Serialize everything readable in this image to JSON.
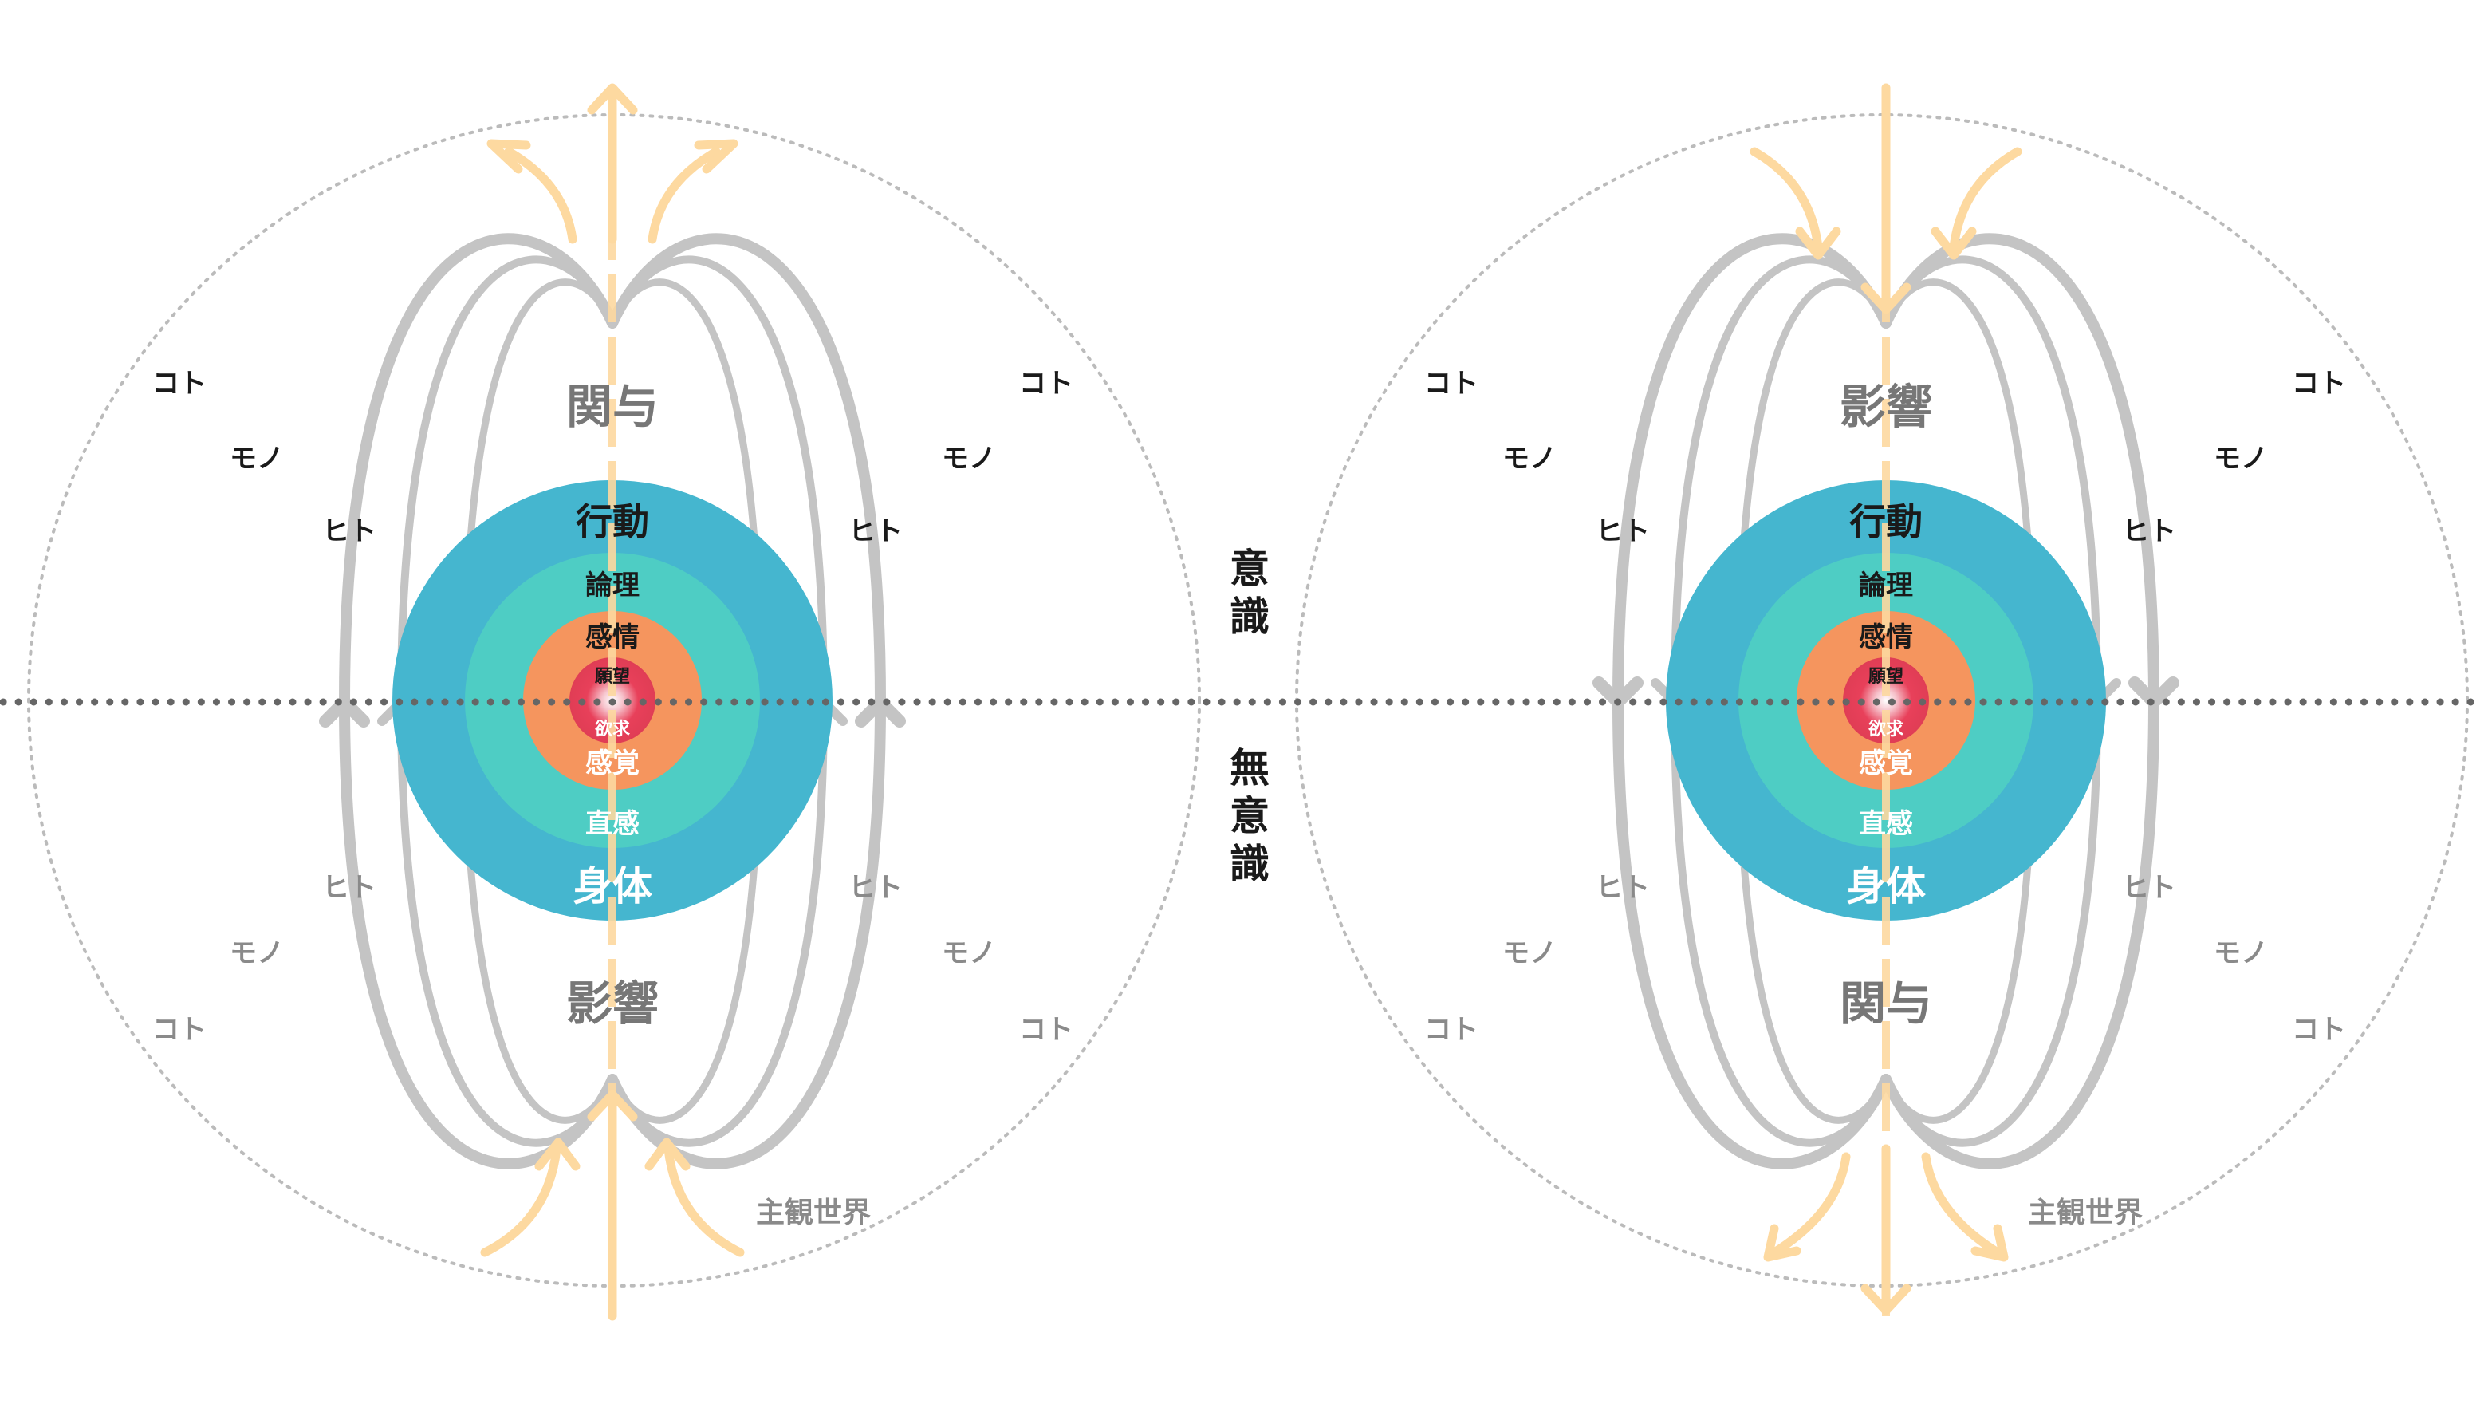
{
  "middle": {
    "conscious_chars": [
      "意",
      "識"
    ],
    "unconscious_chars": [
      "無",
      "意",
      "識"
    ]
  },
  "left": {
    "top_word": "関与",
    "bottom_word": "影響",
    "caption": "主観世界",
    "field_labels": {
      "koto": "コト",
      "mono": "モノ",
      "hito": "ヒト"
    },
    "rings": {
      "koudou": "行動",
      "ronri": "論理",
      "kanjou": "感情",
      "ganbou": "願望",
      "yokkyuu": "欲求",
      "kankaku": "感覚",
      "chokkan": "直感",
      "shintai": "身体"
    },
    "flow_direction": "outward-top"
  },
  "right": {
    "top_word": "影響",
    "bottom_word": "関与",
    "caption": "主観世界",
    "field_labels": {
      "koto": "コト",
      "mono": "モノ",
      "hito": "ヒト"
    },
    "rings": {
      "koudou": "行動",
      "ronri": "論理",
      "kanjou": "感情",
      "ganbou": "願望",
      "yokkyuu": "欲求",
      "kankaku": "感覚",
      "chokkan": "直感",
      "shintai": "身体"
    },
    "flow_direction": "outward-bottom"
  },
  "colors": {
    "outer_ring": "#45b6cf",
    "second_ring": "#4ecdc4",
    "third_ring": "#f5955e",
    "core": "#e8405a",
    "field_line": "#c4c4c4",
    "flow_arrow": "#fdd9a0",
    "divider": "#666666",
    "boundary": "#bbbbbb"
  },
  "icons": {
    "field_arrow": "arrow-head-icon",
    "flow_arrow": "flow-arrow-icon"
  }
}
